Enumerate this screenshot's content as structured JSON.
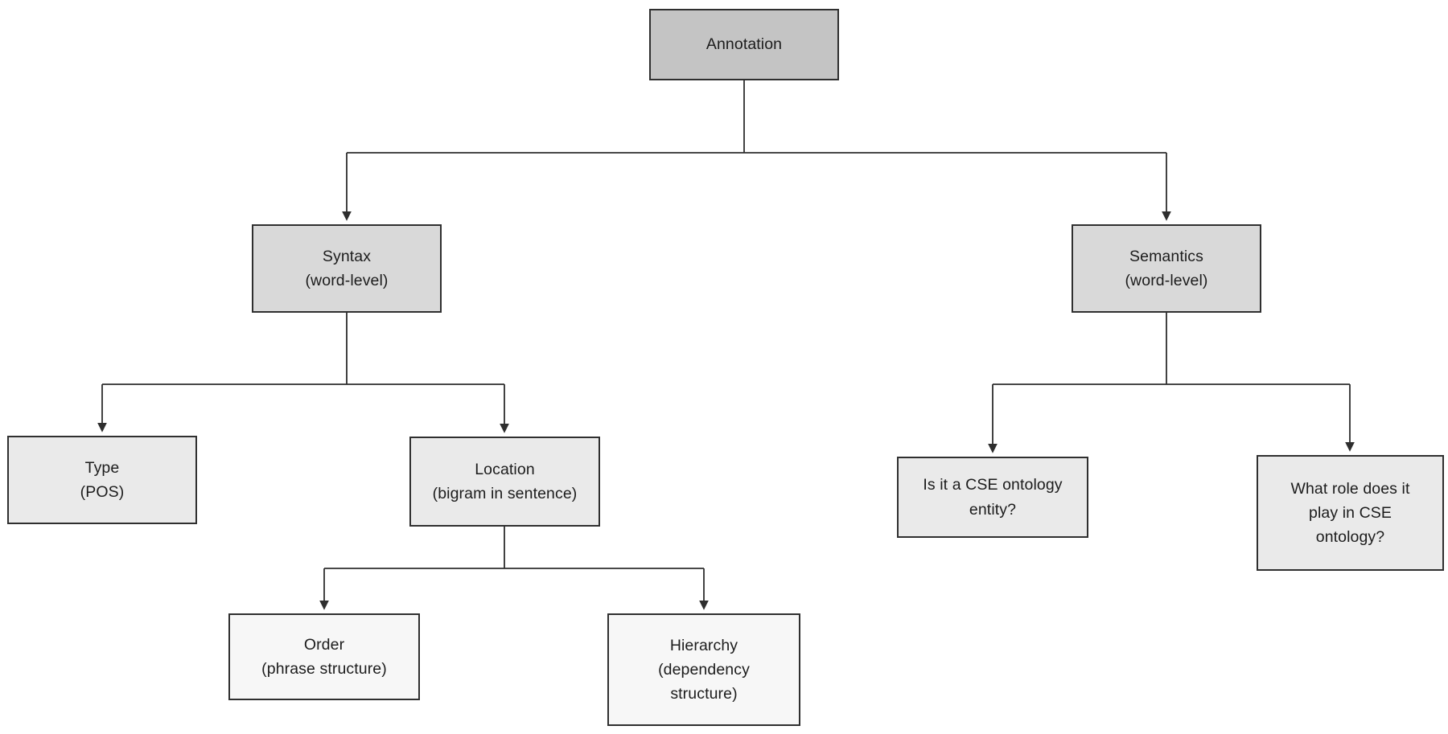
{
  "diagram": {
    "type": "tree",
    "root": "annotation",
    "nodes": {
      "annotation": {
        "label": "Annotation",
        "level": 1
      },
      "syntax": {
        "label": "Syntax\n(word-level)",
        "level": 2
      },
      "semantics": {
        "label": "Semantics\n(word-level)",
        "level": 2
      },
      "type": {
        "label": "Type\n(POS)",
        "level": 3
      },
      "location": {
        "label": "Location\n(bigram in sentence)",
        "level": 3
      },
      "cse_entity": {
        "label": "Is it a CSE ontology\nentity?",
        "level": 3
      },
      "cse_role": {
        "label": "What role does it\nplay in CSE\nontology?",
        "level": 3
      },
      "order": {
        "label": "Order\n(phrase structure)",
        "level": 4
      },
      "hierarchy": {
        "label": "Hierarchy\n(dependency\nstructure)",
        "level": 4
      }
    },
    "edges": [
      {
        "from": "annotation",
        "to": "syntax"
      },
      {
        "from": "annotation",
        "to": "semantics"
      },
      {
        "from": "syntax",
        "to": "type"
      },
      {
        "from": "syntax",
        "to": "location"
      },
      {
        "from": "location",
        "to": "order"
      },
      {
        "from": "location",
        "to": "hierarchy"
      },
      {
        "from": "semantics",
        "to": "cse_entity"
      },
      {
        "from": "semantics",
        "to": "cse_role"
      }
    ]
  },
  "colors": {
    "level1_fill": "#c4c4c4",
    "level2_fill": "#d9d9d9",
    "level3_fill": "#eaeaea",
    "level4_fill": "#f7f7f7",
    "border": "#2f2f2f",
    "line": "#2e2e2e",
    "text": "#1c1c1c",
    "background": "#ffffff"
  }
}
